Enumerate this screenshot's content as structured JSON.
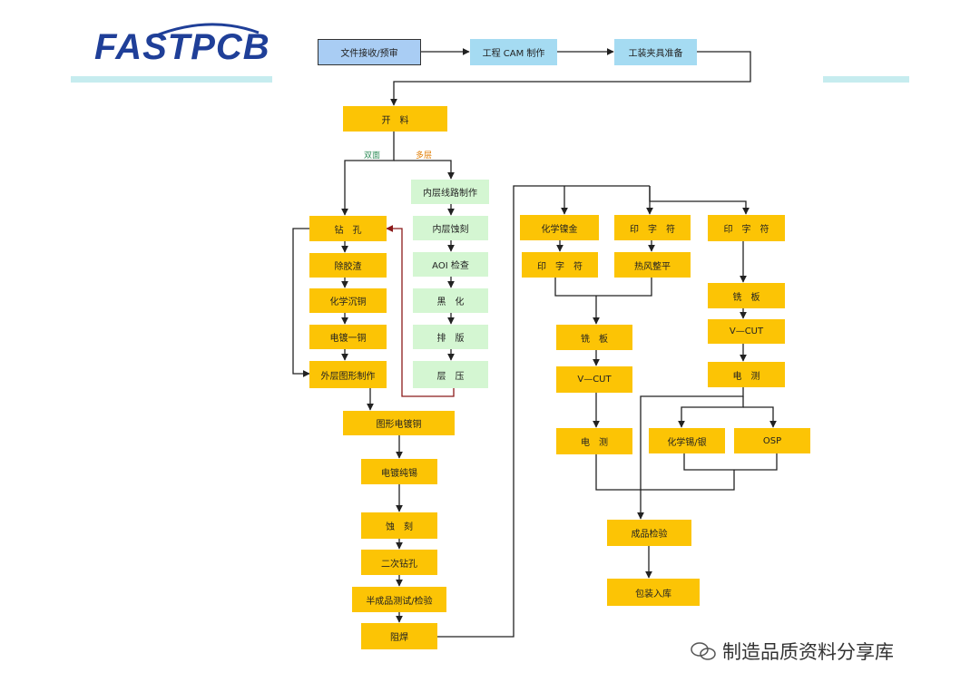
{
  "header": {
    "logo_text": "FASTPCB",
    "bar_color": "#c6ecef"
  },
  "flow": {
    "top_row": {
      "file_review": "文件接收/预审",
      "cam": "工程 CAM 制作",
      "tooling": "工装夹具准备"
    },
    "cutting": "开　料",
    "branch_labels": {
      "double_sided": "双面",
      "multilayer": "多层"
    },
    "left_column": [
      "钻　孔",
      "除胶渣",
      "化学沉铜",
      "电镀一铜",
      "外层图形制作"
    ],
    "inner_column": [
      "内层线路制作",
      "内层蚀刻",
      "AOI 检查",
      "黑　化",
      "排　版",
      "层　压"
    ],
    "main_column": [
      "图形电镀铜",
      "电镀纯锡",
      "蚀　刻",
      "二次钻孔",
      "半成品测试/检验",
      "阻焊"
    ],
    "branch_a": [
      "化学镍金",
      "印　字　符"
    ],
    "branch_b": [
      "印　字　符",
      "热风整平"
    ],
    "merge_ab": [
      "铣　板",
      "V—CUT",
      "电　测"
    ],
    "branch_c": [
      "印　字　符",
      "铣　板",
      "V—CUT",
      "电　测"
    ],
    "finish_options": [
      "化学锡/银",
      "OSP"
    ],
    "final": [
      "成品检验",
      "包装入库"
    ]
  },
  "colors": {
    "process_box": "#fcc405",
    "inner_box": "#d4f6d2",
    "start_box": "#a9cdf4",
    "double_sided_label": "#2e8b57",
    "multilayer_label": "#e07b00",
    "return_arrow": "#8b1a1a"
  },
  "watermark": {
    "text": "制造品质资料分享库",
    "icon": "wechat-icon"
  }
}
